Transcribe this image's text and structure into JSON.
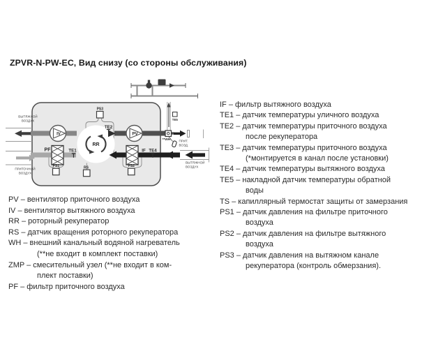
{
  "title": "ZPVR-N-PW-EC, Вид снизу (со стороны обслуживания)",
  "diagram": {
    "labels": {
      "iv": "IV",
      "pv": "PV",
      "rr": "RR",
      "pf": "PF",
      "if": "IF",
      "te1": "TE1",
      "te2": "TE2",
      "te4": "TE4",
      "te5": "TE5",
      "ps1": "PS1",
      "ps2": "PS2",
      "ps3": "PS3",
      "rs": "RS",
      "wh": "**WH",
      "exhaust_out_line1": "ВЫТЯЖНОЙ",
      "exhaust_out_line2": "ВОЗДУХ",
      "supply_in_line1": "ПРИТОЧНЫЙ",
      "supply_in_line2": "ВОЗДУХ",
      "supply_out_line1": "ПРИТ.",
      "supply_out_line2": "ВОЗД.",
      "exhaust_in_line1": "ВЫТЯЖНОЙ",
      "exhaust_in_line2": "ВОЗДУХ"
    },
    "colors": {
      "body_fill": "#e9e9e9",
      "body_stroke": "#4d4d4d",
      "duct_outdoor_supply": "#a8a8a8",
      "duct_cooled_extract": "#878787",
      "duct_heated_supply": "#4f4f4f",
      "duct_warm_extract": "#1f1f1f",
      "text": "#1f1f1f"
    }
  },
  "legend_left": {
    "lines": [
      {
        "text": "PV – вентилятор приточного воздуха",
        "indent": 0
      },
      {
        "text": "IV – вентилятор вытяжного воздуха",
        "indent": 0
      },
      {
        "text": "RR – роторный рекуператор",
        "indent": 0
      },
      {
        "text": "RS – датчик вращения роторного рекуператора",
        "indent": 0
      },
      {
        "text": "WH – внешний канальный водяной нагреватель",
        "indent": 0
      },
      {
        "text": "(**не входит в комплект поставки)",
        "indent": 1
      },
      {
        "text": "ZMP – смесительный узел (**не входит в ком-",
        "indent": 0
      },
      {
        "text": "плект поставки)",
        "indent": 1
      },
      {
        "text": "PF – фильтр приточного воздуха",
        "indent": 0
      }
    ]
  },
  "legend_right": {
    "lines": [
      {
        "text": "IF – фильтр вытяжного воздуха",
        "indent": 0
      },
      {
        "text": "TE1 – датчик температуры уличного воздуха",
        "indent": 0
      },
      {
        "text": "TE2 – датчик температуры приточного воздуха",
        "indent": 0
      },
      {
        "text": "после рекуператора",
        "indent": 1
      },
      {
        "text": "TE3 – датчик температуры приточного воздуха",
        "indent": 0
      },
      {
        "text": "(*монтируется в канал после установки)",
        "indent": 1
      },
      {
        "text": "TE4 – датчик температуры вытяжного воздуха",
        "indent": 0
      },
      {
        "text": "TE5 – накладной датчик температуры обратной",
        "indent": 0
      },
      {
        "text": "воды",
        "indent": 1
      },
      {
        "text": "TS – капиллярный термостат защиты от замерзания",
        "indent": 0
      },
      {
        "text": "PS1 – датчик давления на фильтре приточного",
        "indent": 0
      },
      {
        "text": "воздуха",
        "indent": 1
      },
      {
        "text": "PS2 – датчик давления на фильтре вытяжного",
        "indent": 0
      },
      {
        "text": "воздуха",
        "indent": 1
      },
      {
        "text": "PS3 – датчик давления на вытяжном канале",
        "indent": 0
      },
      {
        "text": "рекуператора (контроль обмерзания).",
        "indent": 1
      }
    ]
  }
}
